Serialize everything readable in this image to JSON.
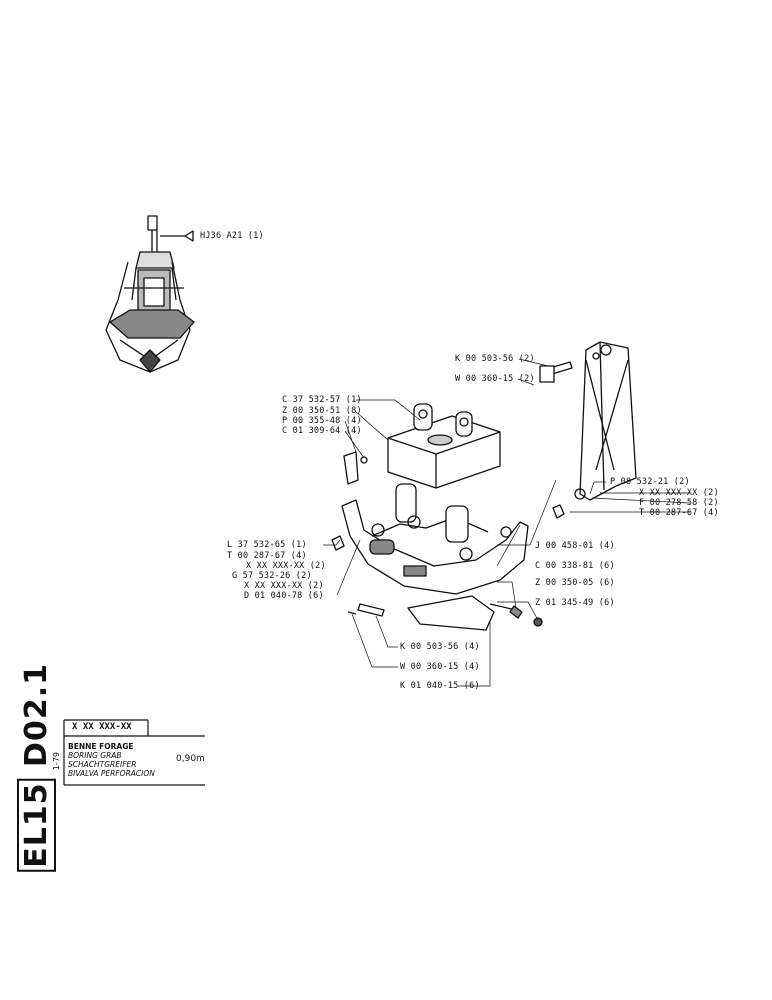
{
  "side_code": {
    "part1": "EL15",
    "part2": "D02",
    "part3": "1"
  },
  "date": "1-79",
  "title_block": {
    "code": "X XX XXX-XX",
    "lines": [
      "BENNE FORAGE",
      "BORING GRAB",
      "SCHACHTGREIFER",
      "BIVALVA PERFORACION"
    ],
    "size": "0,90m"
  },
  "labels": {
    "hj36": "HJ36 A21 (1)",
    "k503_top": "K 00 503-56 (2)",
    "w360_top": "W 00 360-15 (2)",
    "c37": "C 37 532-57 (1)",
    "z350_51": "Z 00 350-51 (8)",
    "p355": "P 00 355-48 (4)",
    "c01_309": "C 01 309-64 (4)",
    "p08": "P 08 532-21 (2)",
    "xx_right": "X XX XXX-XX (2)",
    "f278": "F 00 278-58 (2)",
    "t287_right": "T 00 287-67 (4)",
    "l37": "L 37 532-65 (1)",
    "t287_left": "T 00 287-67 (4)",
    "xx_left1": "X XX XXX-XX (2)",
    "g57": "G 57 532-26 (2)",
    "xx_left2": "X XX XXX-XX (2)",
    "d01": "D 01 040-78 (6)",
    "j00": "J 00 458-01 (4)",
    "c338": "C 00 338-81 (6)",
    "z350_05": "Z 00 350-05 (6)",
    "z01_345": "Z 01 345-49 (6)",
    "k503_bottom": "K 00 503-56 (4)",
    "w360_bottom": "W 00 360-15 (4)",
    "k01_040": "K 01 040-15 (6)"
  }
}
